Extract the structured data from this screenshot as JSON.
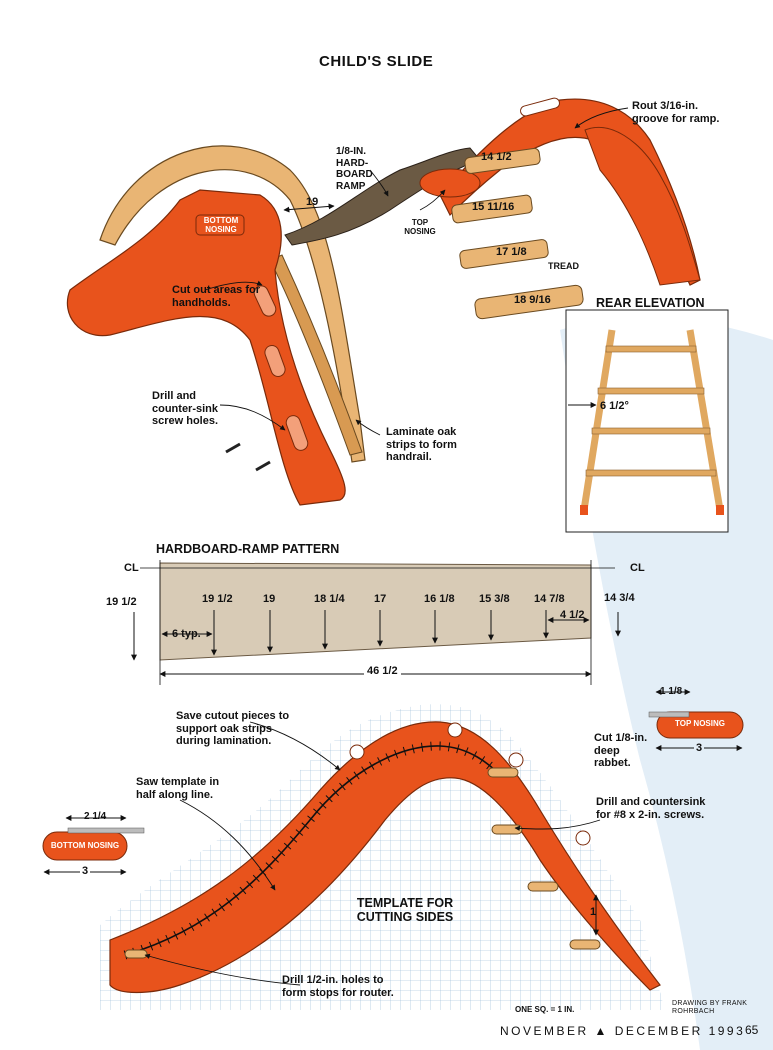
{
  "title": "CHILD'S SLIDE",
  "top_labels": {
    "rout_groove": "Rout 3/16-in. groove for ramp.",
    "hardboard_ramp": "1/8-IN. HARD-BOARD RAMP",
    "bottom_nosing": "BOTTOM NOSING",
    "top_nosing": "TOP NOSING",
    "cut_out": "Cut out areas for handholds.",
    "drill_countersink": "Drill and counter-sink screw holes.",
    "laminate": "Laminate oak strips to form handrail.",
    "tread": "TREAD",
    "gap_19": "19",
    "tread_dims": [
      "14 1/2",
      "15 11/16",
      "17 1/8",
      "18 9/16"
    ]
  },
  "rear_elevation": {
    "title": "REAR ELEVATION",
    "angle": "6 1/2°"
  },
  "ramp_pattern": {
    "title": "HARDBOARD-RAMP PATTERN",
    "cl_left": "CL",
    "cl_right": "CL",
    "left_height": "19 1/2",
    "right_height": "14 3/4",
    "heights": [
      "19 1/2",
      "19",
      "18 1/4",
      "17",
      "16 1/8",
      "15 3/8",
      "14 7/8"
    ],
    "spacing": "6 typ.",
    "end_spacing": "4 1/2",
    "length": "46 1/2"
  },
  "template": {
    "save_cutout": "Save cutout pieces to support oak strips during lamination.",
    "saw_template": "Saw template in half along line.",
    "top_nosing_width": "1 1/8",
    "top_nosing_label": "TOP NOSING",
    "top_nosing_length": "3",
    "cut_rabbet": "Cut 1/8-in. deep rabbet.",
    "drill_screws": "Drill and countersink for #8 x 2-in. screws.",
    "bottom_nosing_width": "2 1/4",
    "bottom_nosing_label": "BOTTOM NOSING",
    "bottom_nosing_length": "3",
    "title": "TEMPLATE FOR CUTTING SIDES",
    "slot_spacing": "1",
    "drill_stops": "Drill 1/2-in. holes to form stops for router.",
    "grid_note": "ONE SQ. = 1 IN.",
    "credit": "DRAWING BY FRANK ROHRBACH"
  },
  "footer": {
    "issue": "NOVEMBER ▲ DECEMBER 1993",
    "page": "65"
  },
  "colors": {
    "orange": "#e8531c",
    "wood": "#e0a860",
    "hardboard": "#6b5a44",
    "grid_blue": "#c8dcec"
  }
}
